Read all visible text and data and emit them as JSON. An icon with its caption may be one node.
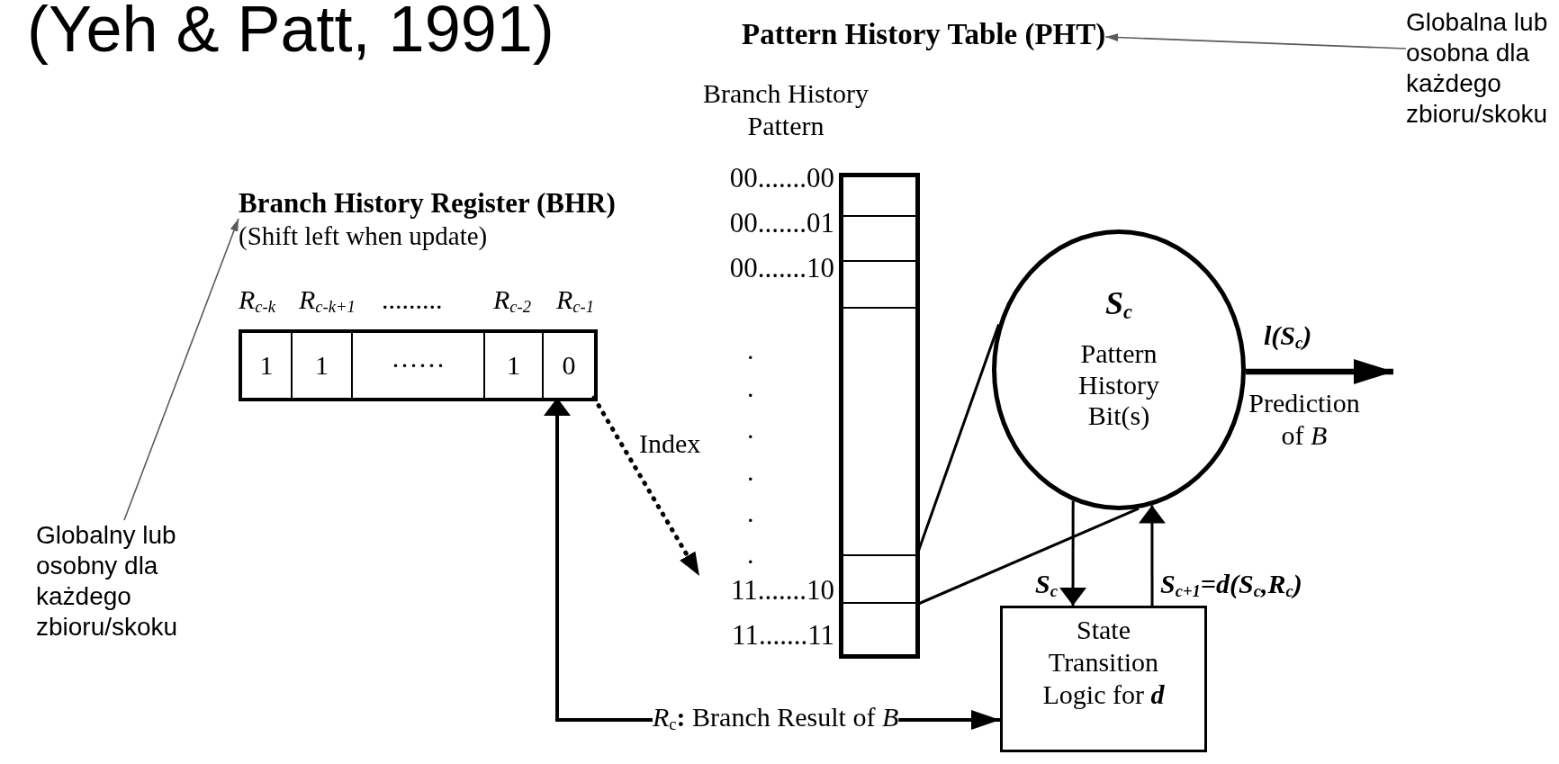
{
  "diagram": {
    "title": "(Yeh & Patt, 1991)",
    "nodes": [
      {
        "text": [
          "Branch History Register (BHR)",
          "(Shift left when update)"
        ]
      },
      {
        "text": [
          "1"
        ],
        "in": 0
      },
      {
        "text": [
          "1"
        ],
        "in": 0
      },
      {
        "text": [
          "······"
        ],
        "in": 0
      },
      {
        "text": [
          "1"
        ],
        "in": 0
      },
      {
        "text": [
          "0"
        ],
        "in": 0
      },
      {
        "text": [
          "Pattern History Table (PHT)"
        ]
      },
      {
        "text": [],
        "shape": "box",
        "in": 6,
        "beside": [
          "00.......00"
        ]
      },
      {
        "text": [],
        "shape": "box",
        "in": 6,
        "beside": [
          "00.......01"
        ]
      },
      {
        "text": [],
        "shape": "box",
        "in": 6,
        "beside": [
          "00.......10"
        ]
      },
      {
        "text": [],
        "shape": "box",
        "in": 6
      },
      {
        "text": [],
        "shape": "box",
        "in": 6,
        "beside": [
          "11.......10"
        ]
      },
      {
        "text": [],
        "shape": "box",
        "in": 6,
        "beside": [
          "11.......11"
        ]
      },
      {
        "text": [
          "S$_{c}$",
          "Pattern History Bit(s)"
        ]
      },
      {
        "text": [
          "State Transition Logic for **d**"
        ]
      },
      {
        "text": [
          "*R*$_{c}$**:** Branch Result of *B*"
        ]
      },
      {
        "text": [
          "Globalna lub osobna dla każdego zbioru/skoku"
        ]
      },
      {
        "text": [
          "Globalny lub osobny dla każdego zbioru/skoku"
        ]
      }
    ],
    "edges": [
      {
        "from": 5,
        "to": 11,
        "arrow": "to",
        "style": "dashed",
        "label": "Index"
      },
      {
        "from": 11,
        "to": 13,
        "arrow": "none"
      },
      {
        "from": 11,
        "to": 13,
        "arrow": "none"
      },
      {
        "from": 13,
        "to": null,
        "arrow": "to",
        "style": "thick",
        "label": "l(S$_{c}$)"
      },
      {
        "from": 13,
        "to": 14,
        "arrow": "to",
        "label": "S$_{c}$"
      },
      {
        "from": 14,
        "to": 13,
        "arrow": "to",
        "label": "S$_{c+1}$=d(S$_{c}$,R$_{c}$)"
      },
      {
        "from": 15,
        "to": 5,
        "arrow": "to"
      },
      {
        "from": 15,
        "to": 14,
        "arrow": "to"
      },
      {
        "from": 16,
        "to": 6,
        "arrow": "to",
        "color": "#5a5a5a"
      },
      {
        "from": 17,
        "to": 0,
        "arrow": "to",
        "color": "#5a5a5a"
      }
    ],
    "labels": [
      "R$_{c-k}$",
      "R$_{c-k+1}$",
      ".........",
      "R$_{c-2}$",
      "R$_{c-1}$",
      "Branch History Pattern",
      ".",
      ".",
      ".",
      ".",
      ".",
      ".",
      "Prediction of *B*"
    ]
  }
}
